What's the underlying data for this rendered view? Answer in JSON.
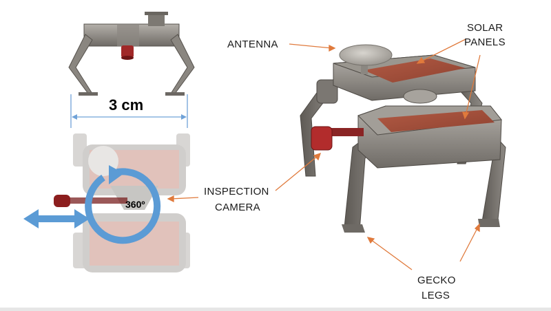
{
  "dimension_label": "3 cm",
  "rotation_label": "360º",
  "labels": {
    "antenna": "ANTENNA",
    "solar_line1": "SOLAR",
    "solar_line2": "PANELS",
    "inspection_line1": "INSPECTION",
    "inspection_line2": "CAMERA",
    "gecko_line1": "GECKO",
    "gecko_line2": "LEGS"
  },
  "colors": {
    "callout": "#e07a3c",
    "dimension": "#6fa2d8",
    "arrow": "#5b9bd5",
    "body": "#8a8680",
    "panel": "#a5503d",
    "camera": "#a02828"
  }
}
